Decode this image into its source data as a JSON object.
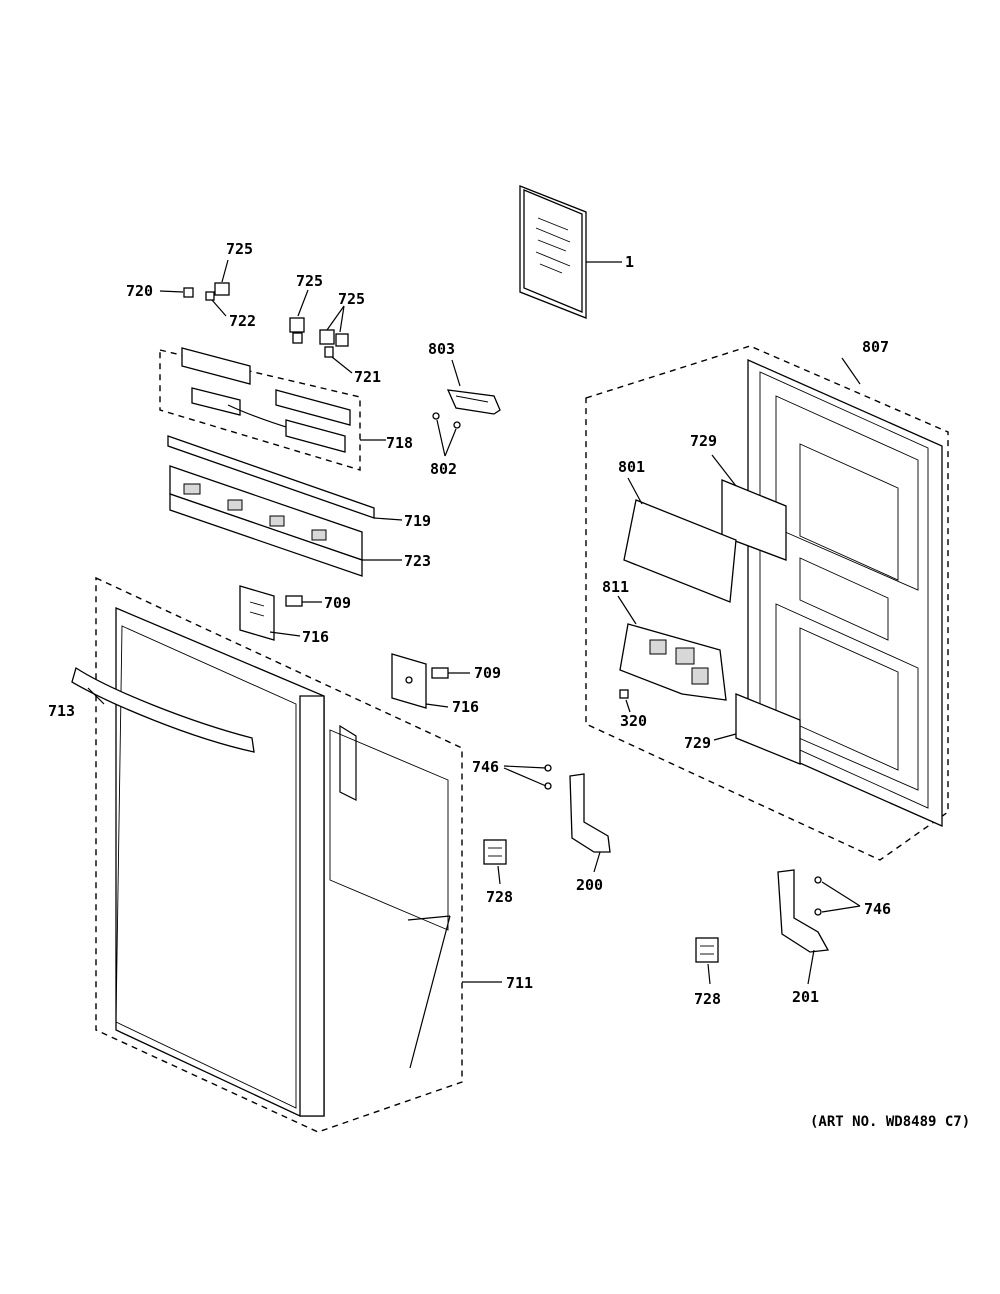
{
  "diagram": {
    "art_number": "(ART NO. WD8489 C7)",
    "callouts": {
      "c1": "1",
      "c725a": "725",
      "c720": "720",
      "c722": "722",
      "c725b": "725",
      "c725c": "725",
      "c721": "721",
      "c803": "803",
      "c802": "802",
      "c718": "718",
      "c719": "719",
      "c723": "723",
      "c807": "807",
      "c729a": "729",
      "c801": "801",
      "c811": "811",
      "c320": "320",
      "c729b": "729",
      "c709a": "709",
      "c716a": "716",
      "c709b": "709",
      "c716b": "716",
      "c713": "713",
      "c746a": "746",
      "c728a": "728",
      "c200": "200",
      "c746b": "746",
      "c728b": "728",
      "c201": "201",
      "c711": "711"
    }
  }
}
